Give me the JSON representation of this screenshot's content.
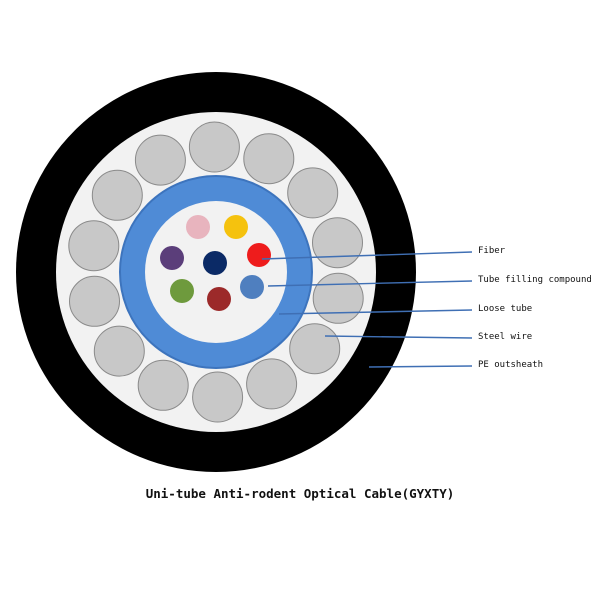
{
  "caption": "Uni-tube Anti-rodent Optical Cable(GYXTY)",
  "callouts": [
    {
      "id": "fiber",
      "label": "Fiber"
    },
    {
      "id": "tube-filling-compound",
      "label": "Tube filling compound"
    },
    {
      "id": "loose-tube",
      "label": "Loose tube"
    },
    {
      "id": "steel-wire",
      "label": "Steel wire"
    },
    {
      "id": "pe-outsheath",
      "label": "PE outsheath"
    }
  ],
  "colors": {
    "outsheath": "#000000",
    "filler": "#f2f2f2",
    "steel_wire_fill": "#c8c8c8",
    "steel_wire_stroke": "#8a8a8a",
    "loose_tube": "#4f8bd6",
    "loose_tube_edge": "#3d74bd",
    "tube_core": "#f2f2f2",
    "leader_line": "#3f6fb4",
    "fibers": [
      "#e8b4be",
      "#f5c20e",
      "#ee1c1c",
      "#5b3e7a",
      "#0b2a66",
      "#4f7fbf",
      "#6e9a3d",
      "#9c2a2a"
    ]
  }
}
